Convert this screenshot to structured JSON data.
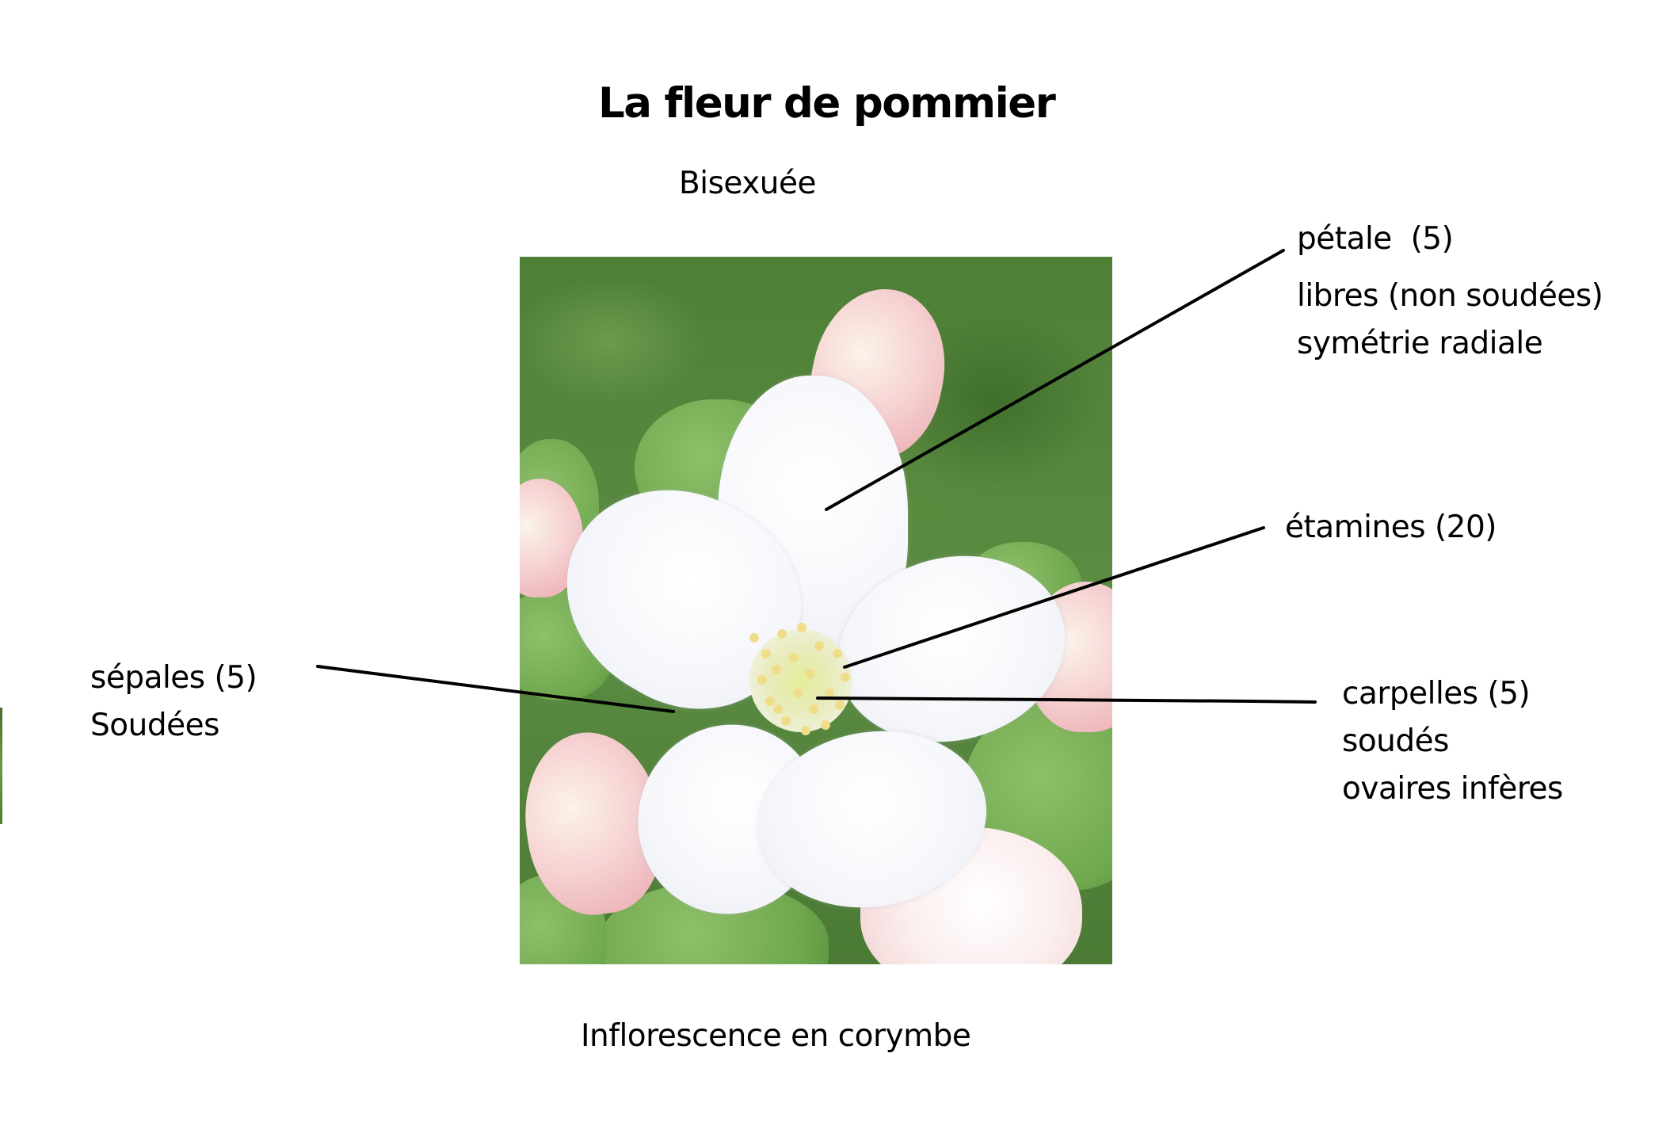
{
  "title": "La fleur de pommier",
  "subtitle": "Bisexuée",
  "caption": "Inflorescence en corymbe",
  "labels": {
    "petale": {
      "line1": "pétale  (5)",
      "line2": "libres (non soudées)",
      "line3": "symétrie radiale"
    },
    "etamines": {
      "line1": "étamines (20)"
    },
    "sepales": {
      "line1": "sépales (5)",
      "line2": "Soudées"
    },
    "carpelles": {
      "line1": "carpelles (5)",
      "line2": "soudés",
      "line3": "ovaires infères"
    }
  },
  "image": {
    "subject": "Fleur de pommier (photo)",
    "leader_line_color": "#000000"
  }
}
